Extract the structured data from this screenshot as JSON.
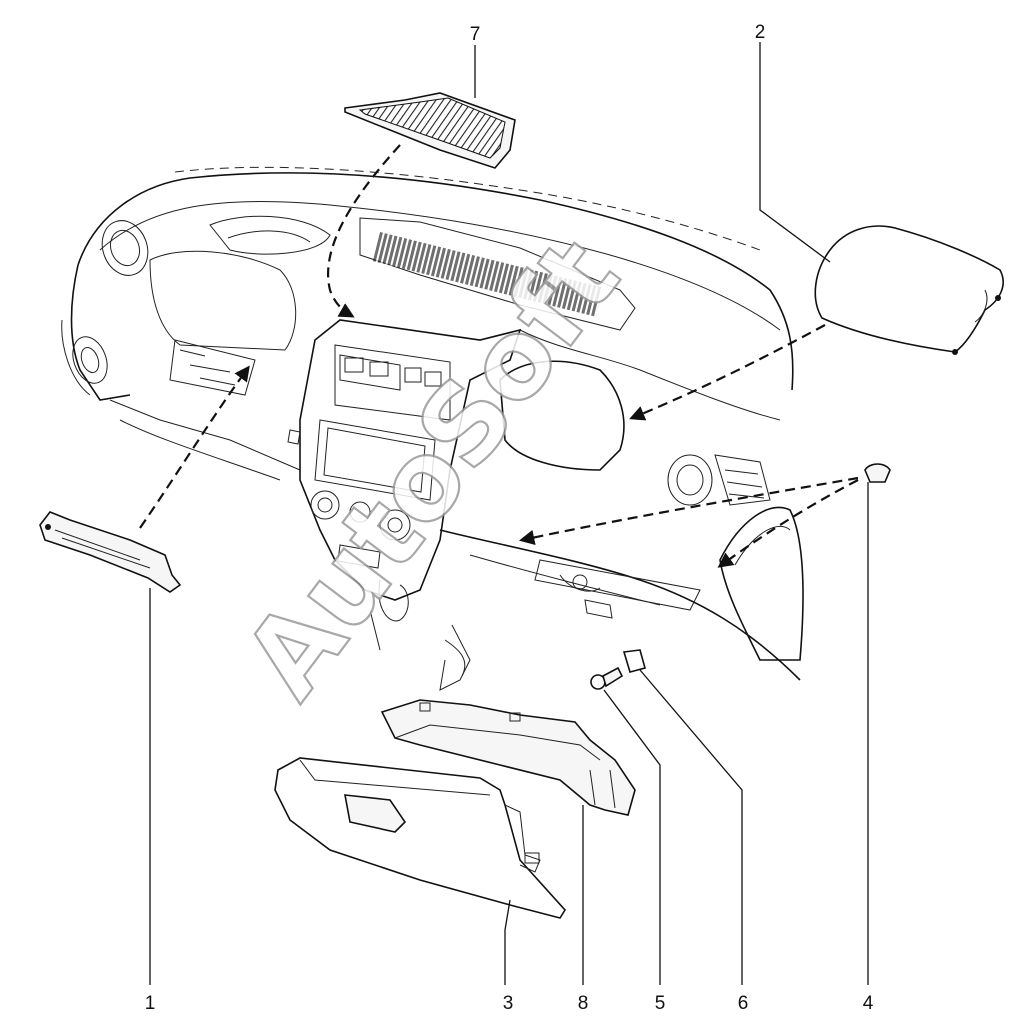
{
  "callouts": [
    {
      "id": "c1",
      "label": "1"
    },
    {
      "id": "c2",
      "label": "2"
    },
    {
      "id": "c3",
      "label": "3"
    },
    {
      "id": "c4",
      "label": "4"
    },
    {
      "id": "c5",
      "label": "5"
    },
    {
      "id": "c6",
      "label": "6"
    },
    {
      "id": "c7",
      "label": "7"
    },
    {
      "id": "c8",
      "label": "8"
    }
  ],
  "watermark": "AutoSoft"
}
